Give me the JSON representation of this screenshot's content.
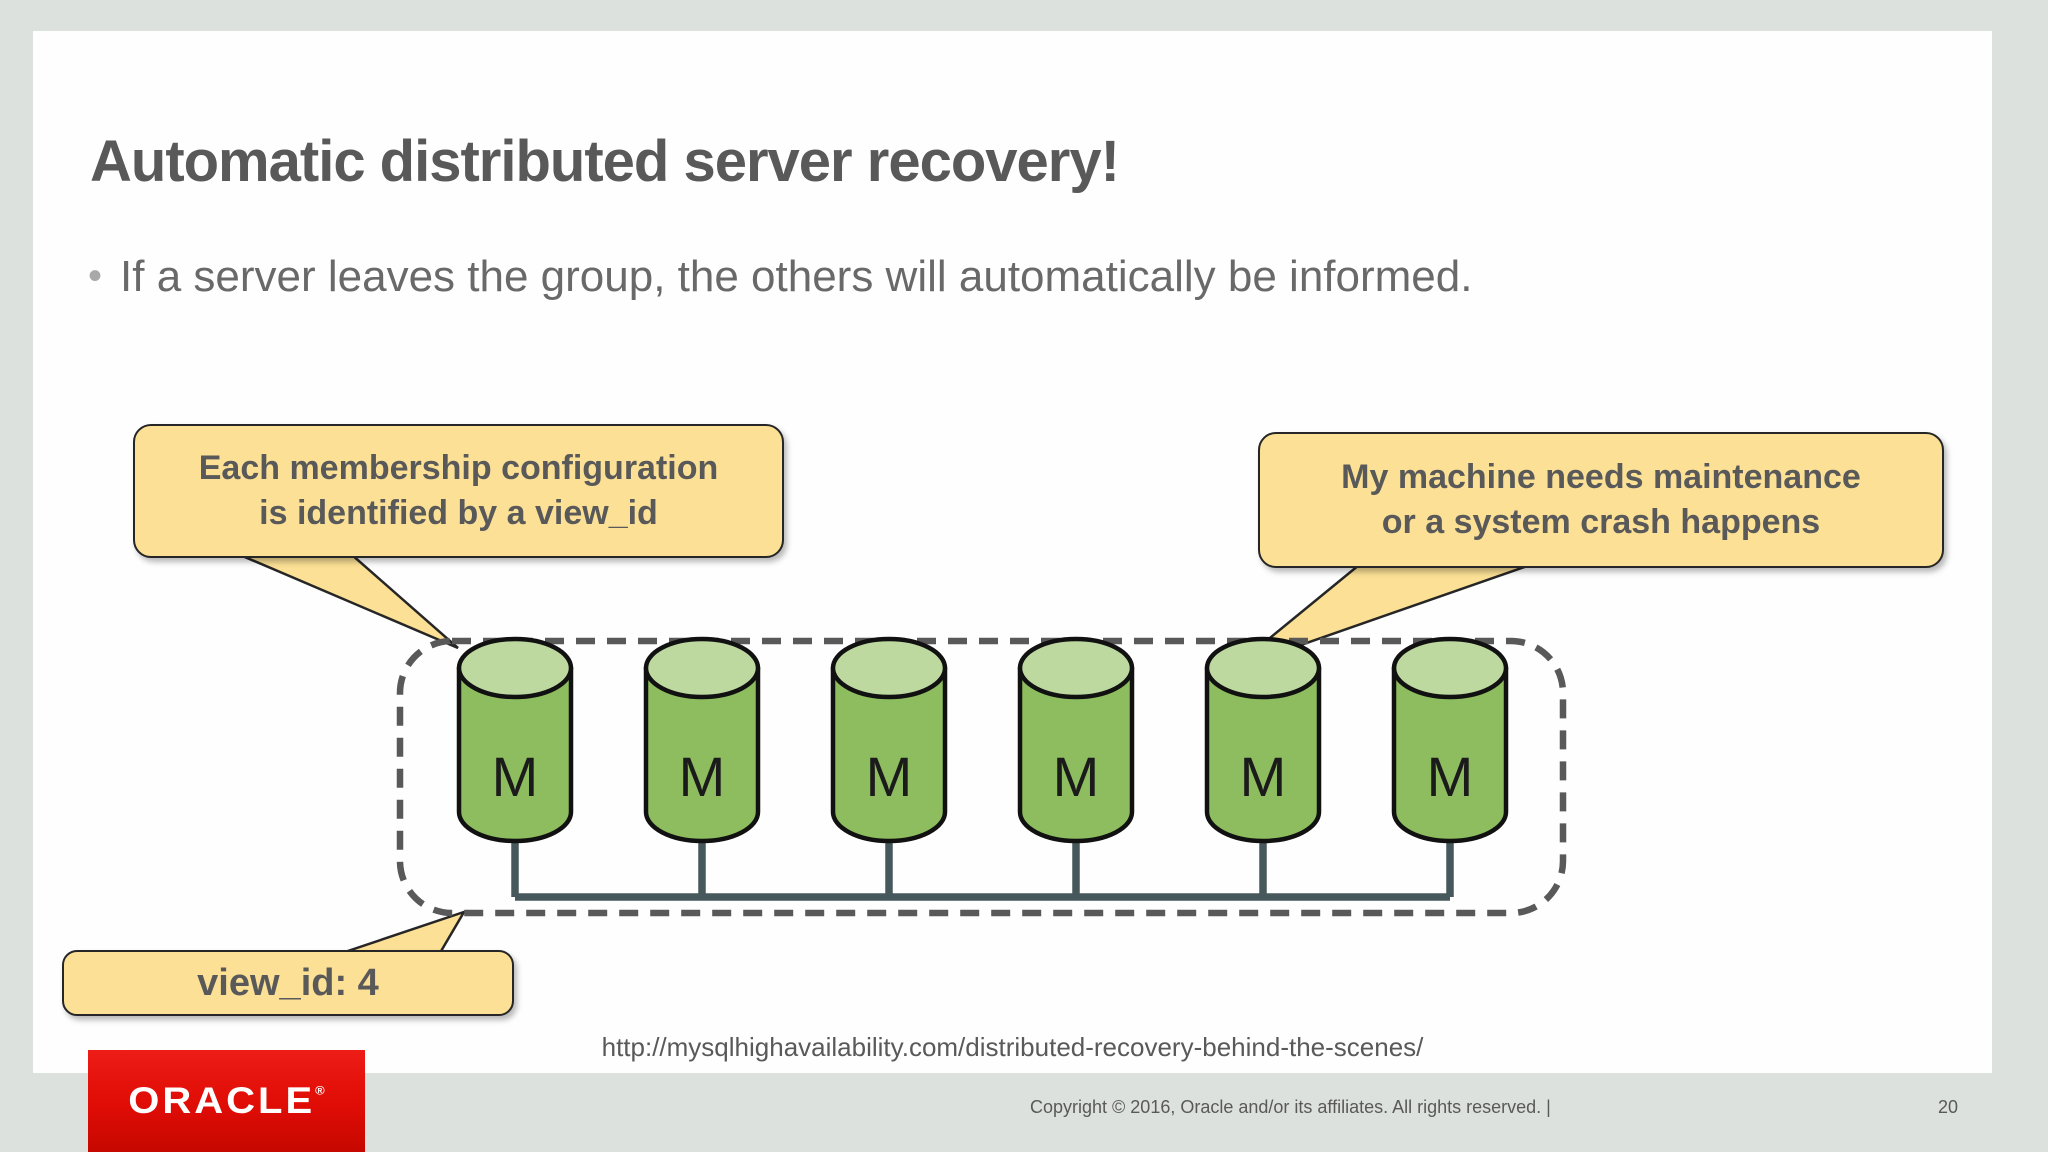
{
  "slide": {
    "title": "Automatic distributed server recovery!",
    "bullet_glyph": "•",
    "bullet": "If a server leaves the group, the others will automatically be informed.",
    "url": "http://mysqlhighavailability.com/distributed-recovery-behind-the-scenes/"
  },
  "callouts": {
    "left": {
      "line1": "Each membership configuration",
      "line2": "is identified by a view_id"
    },
    "right": {
      "line1": "My machine needs maintenance",
      "line2": "or a system crash happens"
    },
    "view": {
      "label": "view_id: 4"
    }
  },
  "diagram": {
    "servers": [
      "M",
      "M",
      "M",
      "M",
      "M",
      "M"
    ]
  },
  "footer": {
    "logo_text": "ORACLE",
    "logo_registered": "®",
    "copyright": "Copyright © 2016, Oracle and/or its affiliates. All rights reserved.  |",
    "page_number": "20"
  },
  "colors": {
    "background": "#dde1de",
    "slide_white": "#fdfefd",
    "text_gray": "#595959",
    "callout_fill": "#fbe095",
    "callout_border": "#262626",
    "cylinder_body": "#8dbd5e",
    "cylinder_top": "#bed9a0",
    "cylinder_outline": "#111111",
    "bus_line": "#47585c",
    "dashed_border": "#595959",
    "oracle_red": "#e00c06"
  }
}
